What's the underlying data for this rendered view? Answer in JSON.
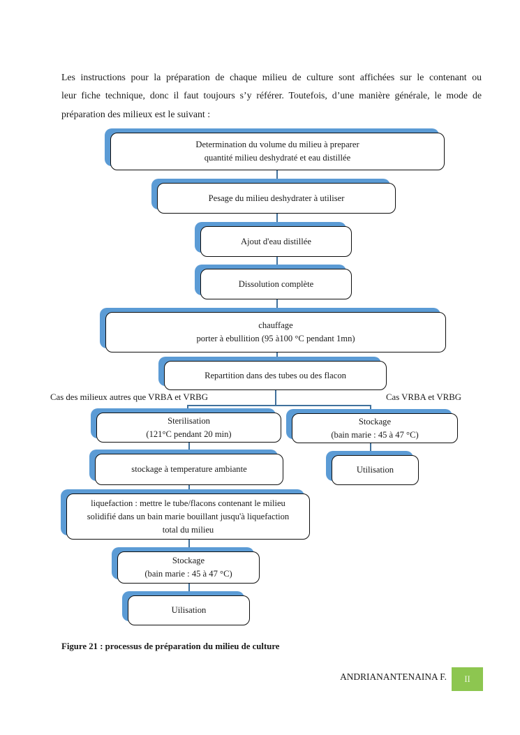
{
  "intro": {
    "lines": [
      "Les instructions pour la préparation de chaque milieu de culture sont affichées sur le contenant ou",
      "leur fiche technique, donc il faut toujours s’y référer. Toutefois, d’une manière générale, le mode de",
      "préparation des milieux est le suivant :"
    ]
  },
  "flowchart": {
    "boxes": {
      "determination": {
        "line1": "Determination du volume du milieu à preparer",
        "line2": "quantité milieu deshydraté et eau distillée"
      },
      "pesage": {
        "line1": "Pesage du milieu deshydrater à utiliser"
      },
      "ajout": {
        "line1": "Ajout d'eau distillée"
      },
      "dissolution": {
        "line1": "Dissolution complète"
      },
      "chauffage": {
        "line1": "chauffage",
        "line2": "porter à ebullition (95 à100 °C pendant 1mn)"
      },
      "repartition": {
        "line1": "Repartition dans des tubes ou des flacon"
      },
      "sterilisation": {
        "line1": "Sterilisation",
        "line2": "(121°C pendant 20 min)"
      },
      "stockage_bain_marie_droite": {
        "line1": "Stockage",
        "line2": "(bain marie : 45 à 47 °C)"
      },
      "stockage_ambiante": {
        "line1": "stockage à temperature ambiante"
      },
      "utilisation_droite": {
        "line1": "Utilisation"
      },
      "liquefaction": {
        "line1": "liquefaction : mettre le tube/flacons contenant le milieu",
        "line2": "solidifié dans un bain marie bouillant jusqu'à liquefaction",
        "line3": "total du milieu"
      },
      "stockage_bain_marie_gauche": {
        "line1": "Stockage",
        "line2": "(bain marie : 45 à 47 °C)"
      },
      "uilisation_gauche": {
        "line1": "Uilisation"
      }
    },
    "branch_labels": {
      "left": "Cas des milieux autres que VRBA et VRBG",
      "right": "Cas VRBA et VRBG"
    }
  },
  "caption": "Figure 21 : processus de préparation du milieu de culture",
  "footer": {
    "author": "ANDRIANANTENAINA F.",
    "page_number": "II"
  },
  "colors": {
    "box_shadow_blue": "#5B9BD5",
    "connector_blue": "#41719C",
    "page_number_green": "#8DC650"
  }
}
